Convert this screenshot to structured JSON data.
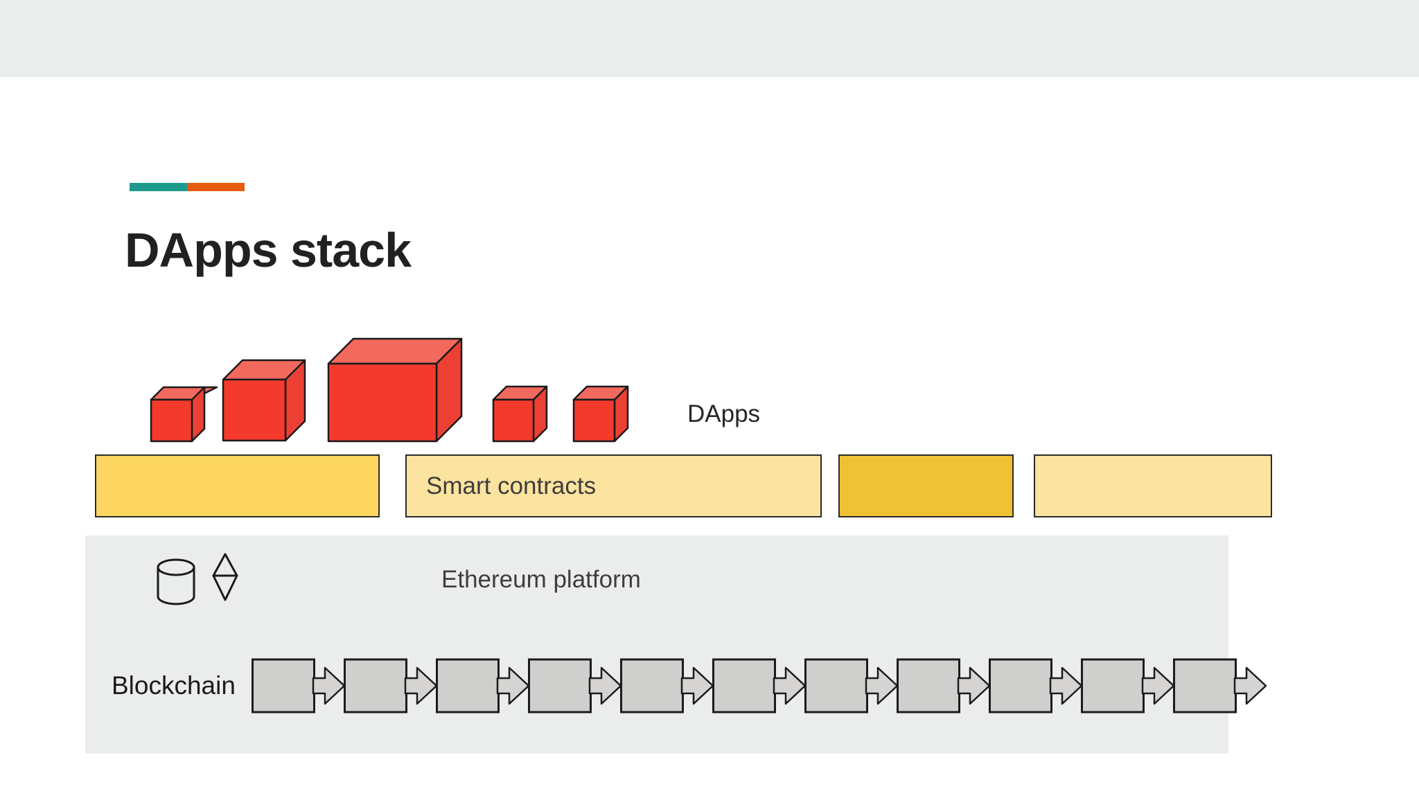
{
  "slide": {
    "title": "DApps stack",
    "background_color": "#FFFFFF",
    "header_band_color": "#E9EDEC"
  },
  "accent_bar": {
    "teal": "#1E9A8C",
    "orange": "#E55C0F"
  },
  "dapps": {
    "label": "DApps",
    "cube_count": 5,
    "cube_colors": {
      "front": "#F33A2D",
      "top": "#F4695E",
      "side": "#EC4034",
      "outline": "#1A1A1A"
    }
  },
  "layer_bars": {
    "border_color": "#2B2B28",
    "items": [
      {
        "label": "",
        "color": "#FDD661"
      },
      {
        "label": "Smart contracts",
        "color": "#FBE3A0"
      },
      {
        "label": "",
        "color": "#EFC236"
      },
      {
        "label": "",
        "color": "#FBE3A0"
      }
    ]
  },
  "platform": {
    "label": "Ethereum platform",
    "background": "#EBEDEC",
    "icons": [
      "database-icon",
      "ethereum-diamond-icon"
    ],
    "blockchain": {
      "label": "Blockchain",
      "block_count": 11,
      "block_color": "#CFCFCD",
      "arrow_color": "#D6D4D2",
      "outline_color": "#1B1B1B"
    }
  }
}
